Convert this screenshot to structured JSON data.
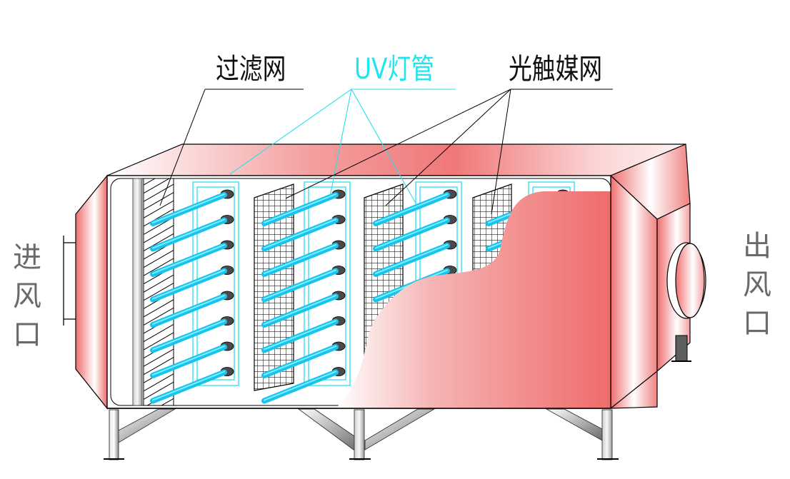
{
  "diagram": {
    "title": "UV photocatalytic purifier structure",
    "labels": {
      "filter": "过滤网",
      "uv_lamp": "UV灯管",
      "photocatalyst": "光触媒网",
      "inlet": "进风口",
      "outlet": "出风口"
    },
    "colors": {
      "label_text": "#111111",
      "uv_label": "#1ee6f0",
      "side_label": "#6a6a6a",
      "body_red": "#ef6e6e",
      "lamp_blue": "#19c3ec",
      "outline": "#000000"
    },
    "components": {
      "filter_count": 1,
      "uv_lamp_banks": 4,
      "lamps_per_bank": 8,
      "photocatalyst_mesh_count": 3
    }
  }
}
